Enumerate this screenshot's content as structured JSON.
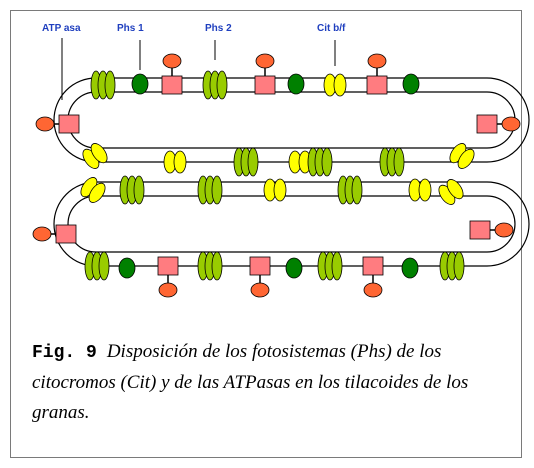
{
  "labels": {
    "atp_asa": "ATP asa",
    "phs1": "Phs 1",
    "phs2": "Phs 2",
    "cit": "Cit b/f"
  },
  "caption": {
    "fig_label": "Fig. 9",
    "text": "Disposición de los fotosistemas (Phs) de los citocromos (Cit) y de las ATPasas en los tilacoides de los granas."
  },
  "colors": {
    "membrane": "#000000",
    "phs2_green": "#99cc00",
    "phs1_green": "#008000",
    "cit_yellow": "#ffff00",
    "atpase_pink": "#ff7c80",
    "atpase_head": "#ff6633",
    "label_blue": "#1f3fbf"
  }
}
